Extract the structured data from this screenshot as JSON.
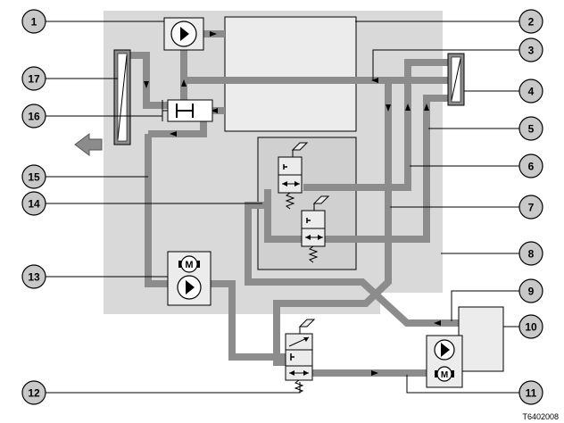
{
  "diagram": {
    "reference_code": "T6402008",
    "colors": {
      "background": "#ffffff",
      "panel": "#d9d9d9",
      "line": "#8c8c8c",
      "component_fill": "#ececec",
      "stroke": "#000000",
      "callout_fill": "#c8c8c8"
    },
    "callouts": [
      {
        "id": "c1",
        "label": "1"
      },
      {
        "id": "c2",
        "label": "2"
      },
      {
        "id": "c3",
        "label": "3"
      },
      {
        "id": "c4",
        "label": "4"
      },
      {
        "id": "c5",
        "label": "5"
      },
      {
        "id": "c6",
        "label": "6"
      },
      {
        "id": "c7",
        "label": "7"
      },
      {
        "id": "c8",
        "label": "8"
      },
      {
        "id": "c9",
        "label": "9"
      },
      {
        "id": "c10",
        "label": "10"
      },
      {
        "id": "c11",
        "label": "11"
      },
      {
        "id": "c12",
        "label": "12"
      },
      {
        "id": "c13",
        "label": "13"
      },
      {
        "id": "c14",
        "label": "14"
      },
      {
        "id": "c15",
        "label": "15"
      },
      {
        "id": "c16",
        "label": "16"
      },
      {
        "id": "c17",
        "label": "17"
      }
    ],
    "symbols": {
      "motor_letter": "M"
    }
  }
}
